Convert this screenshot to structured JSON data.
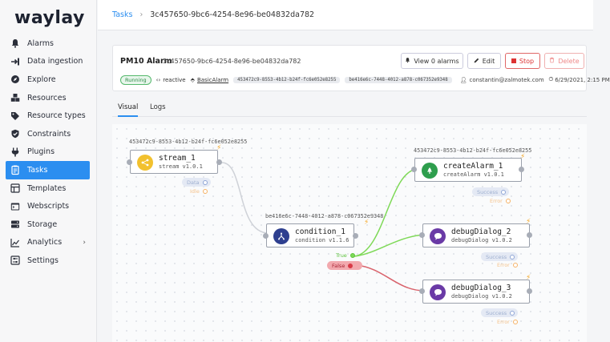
{
  "app": {
    "logo": "waylay"
  },
  "sidebar": {
    "items": [
      {
        "label": "Alarms",
        "icon": "bell-icon"
      },
      {
        "label": "Data ingestion",
        "icon": "data-ingestion-icon"
      },
      {
        "label": "Explore",
        "icon": "compass-icon"
      },
      {
        "label": "Resources",
        "icon": "cubes-icon"
      },
      {
        "label": "Resource types",
        "icon": "tag-icon"
      },
      {
        "label": "Constraints",
        "icon": "shield-check-icon"
      },
      {
        "label": "Plugins",
        "icon": "plug-icon"
      },
      {
        "label": "Tasks",
        "icon": "clipboard-icon",
        "active": true
      },
      {
        "label": "Templates",
        "icon": "templates-icon"
      },
      {
        "label": "Webscripts",
        "icon": "webscripts-icon"
      },
      {
        "label": "Storage",
        "icon": "database-icon"
      },
      {
        "label": "Analytics",
        "icon": "chart-icon",
        "chevron": "›"
      },
      {
        "label": "Settings",
        "icon": "settings-icon"
      }
    ]
  },
  "breadcrumb": {
    "root": "Tasks",
    "sep": "›",
    "current": "3c457650-9bc6-4254-8e96-be04832da782"
  },
  "task": {
    "name": "PM10 Alarm",
    "id": "3c457650-9bc6-4254-8e96-be04832da782",
    "buttons": {
      "view_alarms": "View 0 alarms",
      "edit": "Edit",
      "stop": "Stop",
      "delete": "Delete"
    },
    "status": "Running",
    "type": "reactive",
    "resource": "BasicAlarm",
    "resource_ids": [
      "453472c9-8553-4b12-b24f-fc6e052e8255",
      "be416e6c-7448-4012-a878-c067352e9348"
    ],
    "user": "constantin@zalmotek.com",
    "date": "6/29/2021, 2:15 PM"
  },
  "tabs": [
    {
      "label": "Visual",
      "active": true
    },
    {
      "label": "Logs"
    }
  ],
  "graph": {
    "nodes": {
      "stream": {
        "resource_id": "453472c9-8553-4b12-b24f-fc6e052e8255",
        "title": "stream_1",
        "subtitle": "stream v1.0.1",
        "outputs": [
          "Data",
          "Idle"
        ]
      },
      "condition": {
        "resource_id": "be416e6c-7448-4012-a878-c067352e9348",
        "title": "condition_1",
        "subtitle": "condition v1.1.6",
        "outputs": [
          "True",
          "False"
        ]
      },
      "createAlarm": {
        "resource_id": "453472c9-8553-4b12-b24f-fc6e052e8255",
        "title": "createAlarm_1",
        "subtitle": "createAlarm v1.0.1",
        "outputs": [
          "Success",
          "Error"
        ]
      },
      "debug2": {
        "title": "debugDialog_2",
        "subtitle": "debugDialog v1.0.2",
        "outputs": [
          "Success",
          "Error"
        ]
      },
      "debug3": {
        "title": "debugDialog_3",
        "subtitle": "debugDialog v1.0.2",
        "outputs": [
          "Success",
          "Error"
        ]
      }
    }
  },
  "colors": {
    "accent": "#2b8ef0",
    "stream_icon": "#f2c12e",
    "condition_icon": "#2e3f8f",
    "create_alarm_icon": "#2e9e4d",
    "debug_icon": "#6a3aa6",
    "true_wire": "#7ed957",
    "false_wire": "#d9626b",
    "bolt": "#f5a623"
  }
}
